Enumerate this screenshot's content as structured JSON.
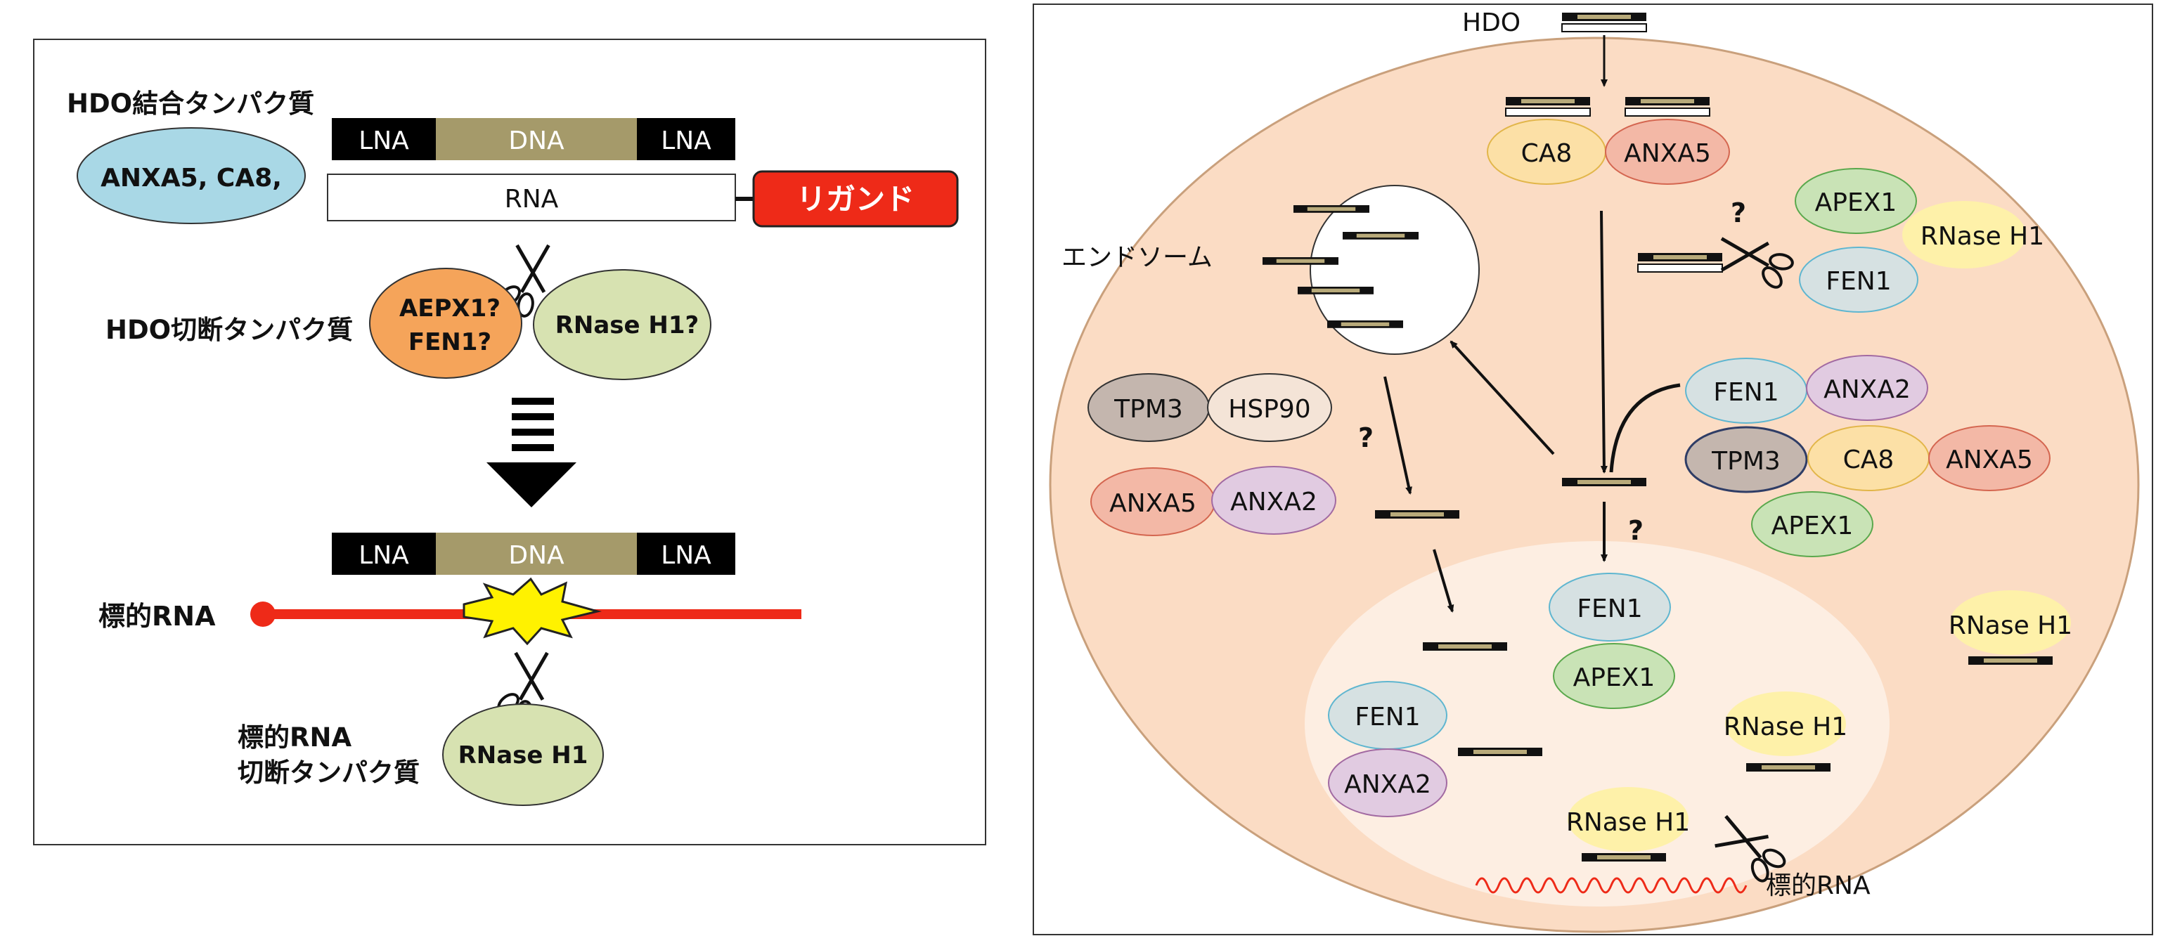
{
  "left_panel": {
    "binding_label": "HDO結合タンパク質",
    "binding_ellipse_text": "ANXA5, CA8,",
    "lna_label": "LNA",
    "dna_label": "DNA",
    "rna_label": "RNA",
    "ligand_label": "リガンド",
    "cleavage_label": "HDO切断タンパク質",
    "orange_line1": "AEPX1?",
    "orange_line2": "FEN1?",
    "rnaseh1_q": "RNase H1?",
    "target_rna_label": "標的RNA",
    "target_cleave_line1": "標的RNA",
    "target_cleave_line2": "切断タンパク質",
    "rnaseh1": "RNase H1"
  },
  "right_panel": {
    "hdo_label": "HDO",
    "endosome_label": "エンドソーム",
    "question": "?",
    "target_rna_label": "標的RNA",
    "proteins": {
      "ca8": "CA8",
      "anxa5": "ANXA5",
      "apex1": "APEX1",
      "fen1": "FEN1",
      "rnaseh1": "RNase H1",
      "tpm3": "TPM3",
      "hsp90": "HSP90",
      "anxa2": "ANXA2"
    }
  },
  "colors": {
    "cell": "#fbdcc4",
    "nucleus": "#fdeee2",
    "anxa5": "#f3b8a6",
    "ca8": "#fce0a6",
    "apex1": "#c9e3b6",
    "fen1": "#d6e1e2",
    "rnaseh1": "#fef1a9",
    "tpm3": "#c4b6ae",
    "hsp90": "#f4e4d7",
    "anxa2": "#e1cbe1",
    "blue_ellipse": "#a9d8e6",
    "orange": "#f5a45a",
    "green": "#d7e2b1",
    "ligand": "#ee2a18",
    "dna": "#a59a6a"
  }
}
